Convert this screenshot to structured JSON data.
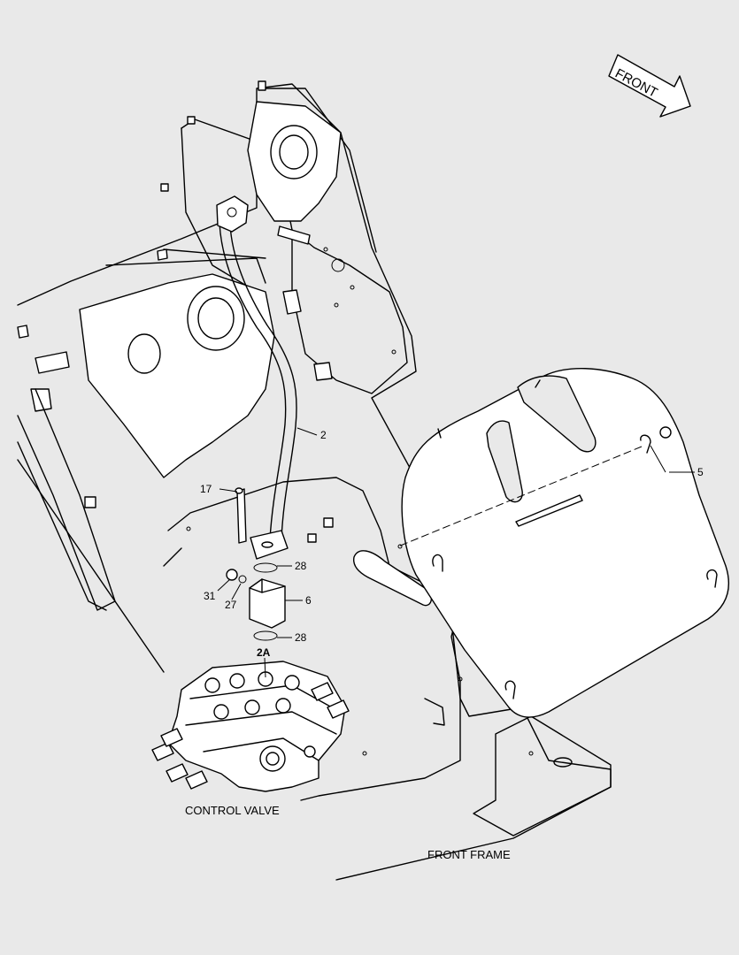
{
  "diagram": {
    "front_arrow_label": "FRONT",
    "callouts": {
      "c2": "2",
      "c5": "5",
      "c6": "6",
      "c17": "17",
      "c27": "27",
      "c28a": "28",
      "c28b": "28",
      "c31": "31",
      "c2A": "2A"
    },
    "captions": {
      "control_valve": "CONTROL VALVE",
      "front_frame": "FRONT FRAME"
    }
  }
}
